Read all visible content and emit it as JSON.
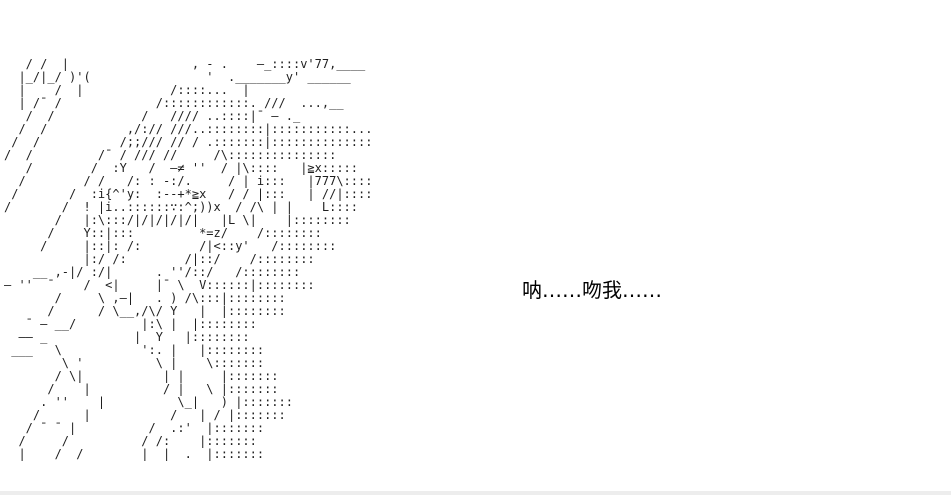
{
  "colors": {
    "background": "#ffffff",
    "art_text": "#1f1f1f",
    "dialogue_text": "#000000"
  },
  "art": {
    "description": "2ch-style ASCII art scene of characters, left half of page",
    "text": "   / /  |                 , - .    —_::::v'77,____\n  |_/|_/ )'(                '  ._______y' ______\n  |    /  |            /::::...  |\n  | /¯ /             /::::::::::::. ///  ...,__\n   /  /            /   //// ..::::|¯ — ._\n  /  /           ,/:// ///..::::::::|:::::::::::...\n /  /           /;;/// // / .:::::::|::::::::::::::\n/  /         /¯ / /// //     /\\:::::::::::::::\n   /        /  :Y   /  —≠ ''  / |\\::::   |≧x:::::\n  /        / /   /: : -:/.     / | i:::   |777\\::::\n /       /  :i{^'y:  :--+*≧x   / / |:::   | //|::::\n/       /  ! |i..::::::∵:^;))x  / /\\ | |    L::::\n       /   |:\\:::/|/|/|/|/|   |L \\|    |::::::::\n      /    Y::|:::         *=z/    /::::::::\n     /     |::|: /:        /|<::y'   /::::::::\n           |:/ /:        /|::/    /::::::::\n    __ ,-|/ :/|      . ''/::/   /::::::::\n— ''  ¯    /  <|     |¯ \\  V::::::|::::::::\n       /     \\ ,—|   . ) /\\:::|::::::::\n      /      / \\__,/\\/ Y   |  |::::::::\n   ¯ — __/         |:\\ |  |::::::::\n  —— _            |  Y   |::::::::\n ___   \\           ':. |   |::::::::\n        \\ '          \\ |    \\:::::::\n       / \\|           | |     |:::::::\n      /    |          / |   \\ |:::::::\n     . ''    |          \\_|   ) |:::::::\n    /      |           /   | / |:::::::\n   / ¯ ¯ |          /  .:'  |:::::::\n  /     /          / /:    |:::::::\n  |    /  /        |  |  .  |:::::::"
  },
  "dialogue": {
    "text": "呐……吻我……"
  }
}
